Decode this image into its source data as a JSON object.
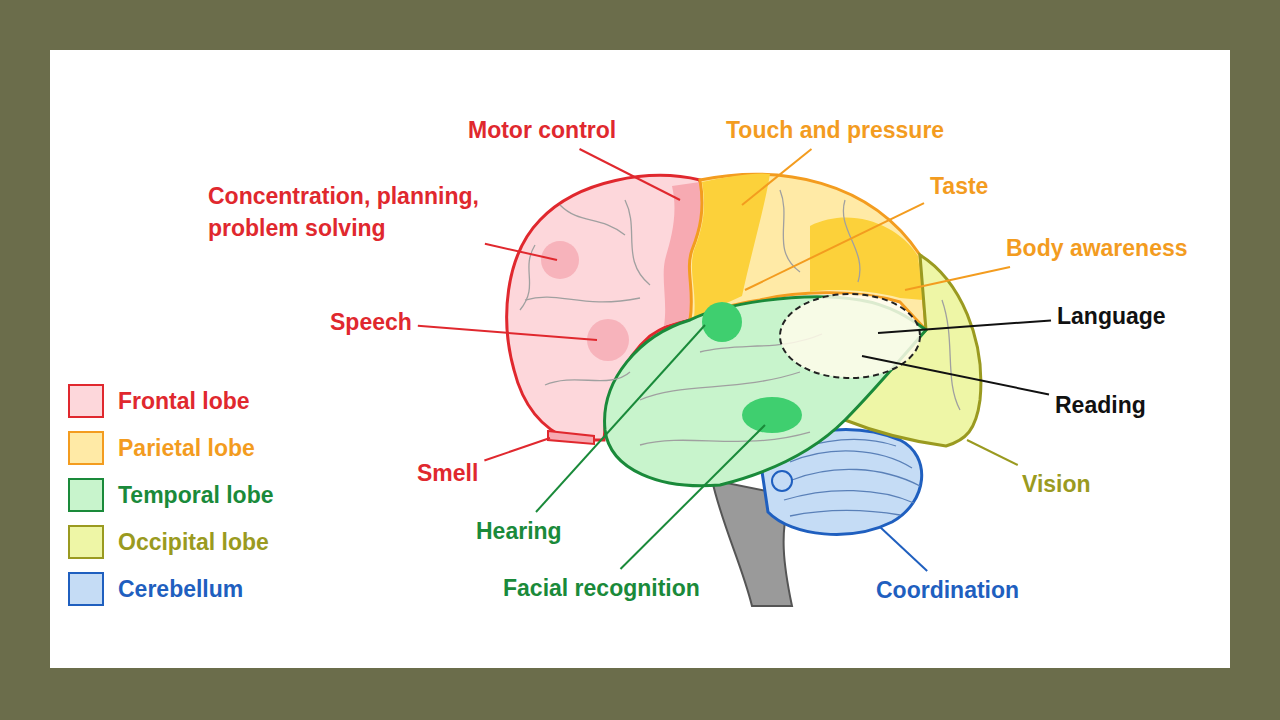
{
  "diagram": {
    "labels": [
      "Motor control",
      "Touch and pressure",
      "Concentration, planning, problem solving",
      "Taste",
      "Body awareness",
      "Speech",
      "Language",
      "Reading",
      "Smell",
      "Hearing",
      "Facial recognition",
      "Vision",
      "Coordination"
    ],
    "legend": [
      {
        "text": "Frontal lobe",
        "color": "#fdd7db"
      },
      {
        "text": "Parietal lobe",
        "color": "#ffeaa6"
      },
      {
        "text": "Temporal lobe",
        "color": "#c8f4cc"
      },
      {
        "text": "Occipital lobe",
        "color": "#eef6a6"
      },
      {
        "text": "Cerebellum",
        "color": "#c5dcf5"
      }
    ]
  }
}
